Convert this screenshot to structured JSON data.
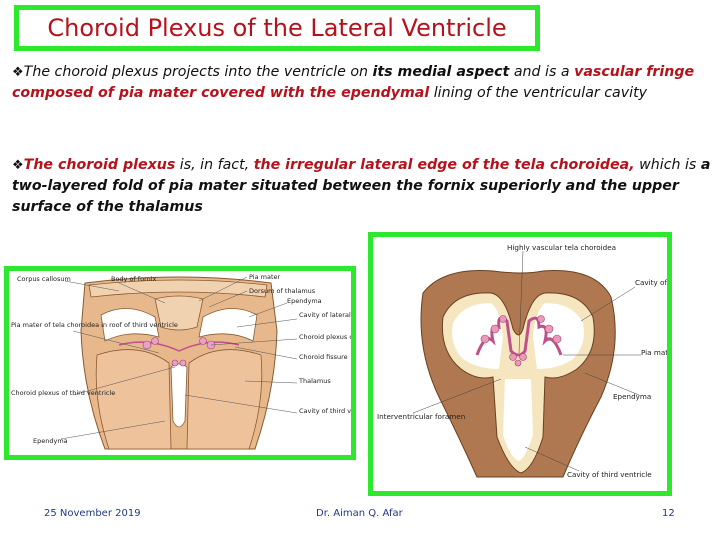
{
  "title": "Choroid Plexus of the Lateral Ventricle",
  "bullet_symbol": "❖",
  "para1": {
    "t1": "The choroid plexus projects into the ventricle on ",
    "t2": "its medial aspect",
    "t3": " and is a ",
    "t4": "vascular fringe composed of pia mater covered with the ependymal",
    "t5": " lining of the ventricular cavity"
  },
  "para2": {
    "t1": "The choroid plexus",
    "t2": " is, in fact, ",
    "t3": "the irregular lateral edge of the tela choroidea,",
    "t4": " which is ",
    "t5": "a two-layered fold of pia mater situated between the fornix superiorly and the upper surface of the thalamus"
  },
  "figure_left": {
    "labels": {
      "corpus": "Corpus callosum",
      "body_fornix": "Body of fornix",
      "pia_mater": "Pia mater",
      "dorsum": "Dorsum of thalamus",
      "ependyma_top": "Ependyma",
      "cavity_lat": "Cavity of lateral ventricle",
      "choroid_lat": "Choroid plexus of lateral ventricle",
      "choroid_fissure": "Choroid fissure",
      "thalamus": "Thalamus",
      "cavity_third": "Cavity of third ventricle",
      "pia_tela": "Pia mater of tela choroidea in roof of third ventricle",
      "choroid_third": "Choroid plexus of third ventricle",
      "ependyma_bottom": "Ependyma"
    },
    "colors": {
      "tissue": "#e6b88c",
      "tissue_light": "#f1d2b0",
      "plexus": "#e8a0c8",
      "outline": "#8a5a30"
    }
  },
  "figure_right": {
    "labels": {
      "vascular_tela": "Highly vascular tela choroidea",
      "cavity_lat": "Cavity of lateral ventricle",
      "pia_mater": "Pia mater",
      "ependyma": "Ependyma",
      "interventricular": "Interventricular foramen",
      "cavity_third": "Cavity of third ventricle"
    },
    "colors": {
      "tissue": "#b07850",
      "ependyma": "#f5e6c0",
      "plexus": "#e89ab8",
      "outline": "#6a4020"
    }
  },
  "footer": {
    "date": "25 November 2019",
    "author": "Dr. Aiman Q. Afar",
    "page": "12"
  }
}
